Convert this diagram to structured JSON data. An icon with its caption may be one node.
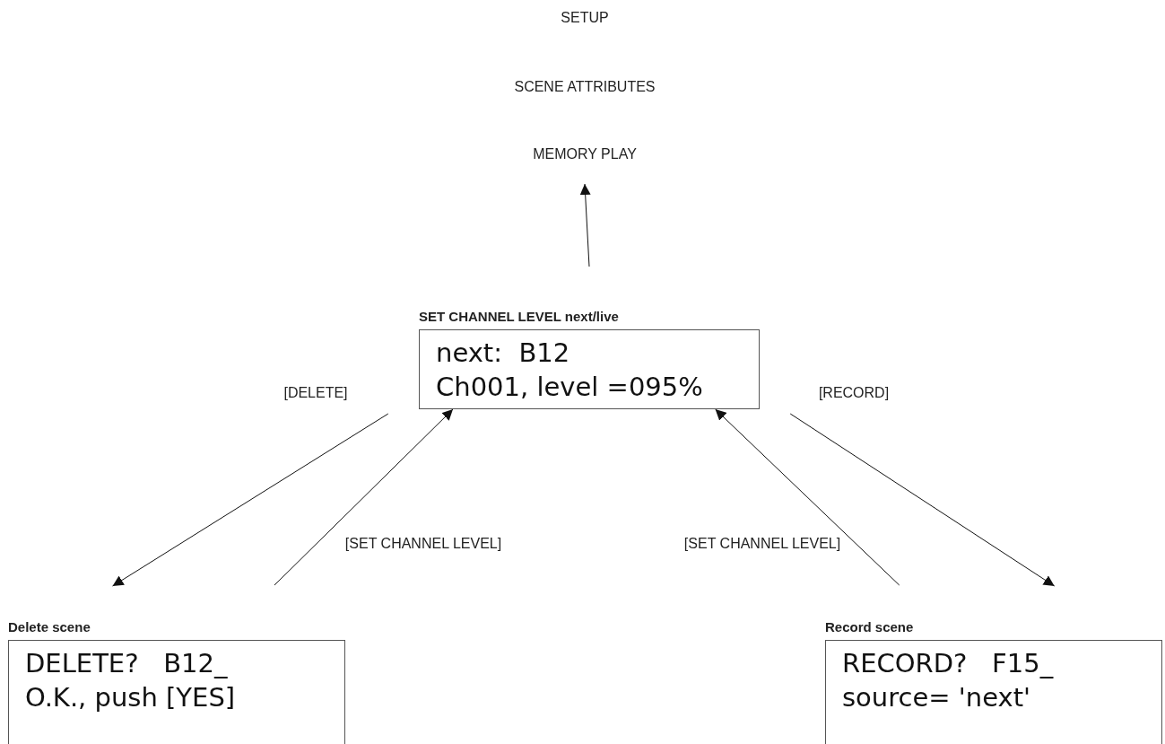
{
  "diagram": {
    "nodes": [
      {
        "text": [
          "SETUP"
        ]
      },
      {
        "text": [
          "SCENE ATTRIBUTES"
        ]
      },
      {
        "text": [
          "MEMORY PLAY"
        ]
      },
      {
        "text": [
          "SET CHANNEL LEVEL next/live",
          "next:  B12",
          "Ch001, level =095%"
        ]
      },
      {
        "text": [
          "Delete scene",
          "DELETE?   B12_",
          "O.K., push [YES]"
        ]
      },
      {
        "text": [
          "Record scene",
          "RECORD?   F15_",
          "source= 'next'"
        ]
      }
    ],
    "edges": [
      {
        "from": 3,
        "to": 2,
        "arrow": "to"
      },
      {
        "from": 3,
        "to": 4,
        "arrow": "to",
        "label": "[DELETE]"
      },
      {
        "from": 4,
        "to": 3,
        "arrow": "to",
        "label": "[SET CHANNEL LEVEL]"
      },
      {
        "from": 5,
        "to": 3,
        "arrow": "to",
        "label": "[SET CHANNEL LEVEL]"
      },
      {
        "from": 3,
        "to": 5,
        "arrow": "to",
        "label": "[RECORD]"
      }
    ]
  }
}
